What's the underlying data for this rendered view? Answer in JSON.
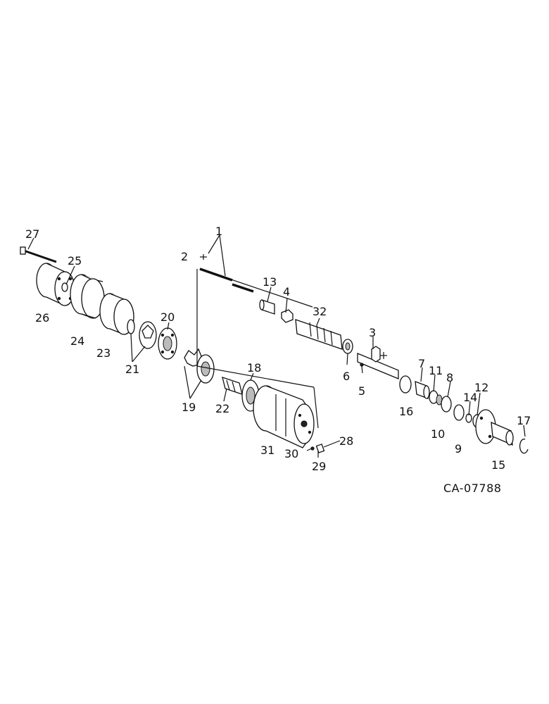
{
  "diagram": {
    "reference_code": "CA-07788",
    "callouts": [
      "1",
      "2",
      "3",
      "4",
      "5",
      "6",
      "7",
      "8",
      "9",
      "10",
      "11",
      "12",
      "13",
      "14",
      "15",
      "16",
      "17",
      "18",
      "19",
      "20",
      "21",
      "22",
      "23",
      "24",
      "25",
      "26",
      "27",
      "28",
      "29",
      "30",
      "31",
      "32"
    ]
  }
}
